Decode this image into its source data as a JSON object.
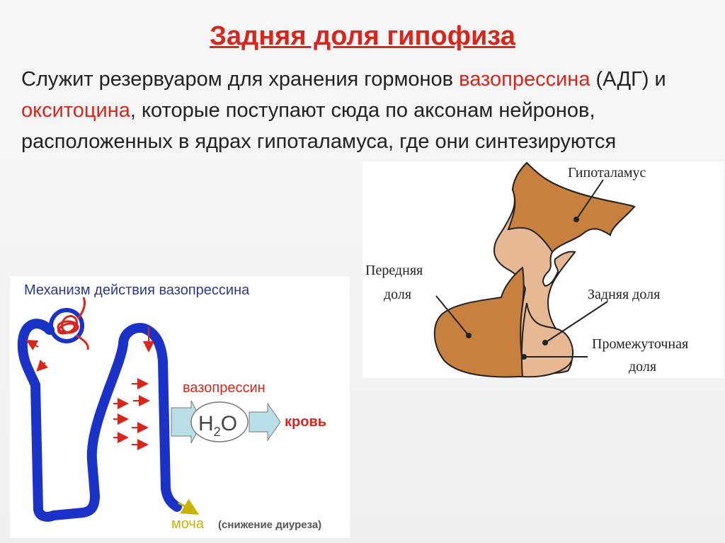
{
  "title": "Задняя доля гипофиза",
  "body": {
    "part1": "Служит резервуаром для хранения гормонов ",
    "hormone1": "вазопрессина",
    "part2": " (АДГ) и ",
    "hormone2": "окситоцина",
    "part3": ", которые поступают сюда по аксонам нейронов, расположенных в  ядрах гипоталамуса, где они синтезируются"
  },
  "pituitary_diagram": {
    "label_hypothalamus": "Гипоталамус",
    "label_anterior_1": "Передняя",
    "label_anterior_2": "доля",
    "label_posterior": "Задняя доля",
    "label_intermediate_1": "Промежуточная",
    "label_intermediate_2": "доля",
    "colors": {
      "dark_lobe": "#c8803f",
      "light_lobe": "#e6b894"
    }
  },
  "kidney_diagram": {
    "title": "Механизм действия вазопрессина",
    "vasopressin": "вазопрессин",
    "h2o_main": "H",
    "h2o_sub": "2",
    "h2o_end": "O",
    "blood": "кровь",
    "urine": "моча",
    "urine_note": "(снижение диуреза)",
    "colors": {
      "tubule": "#1a32c8",
      "arrow": "#d8261c",
      "urine": "#c8b400"
    }
  }
}
